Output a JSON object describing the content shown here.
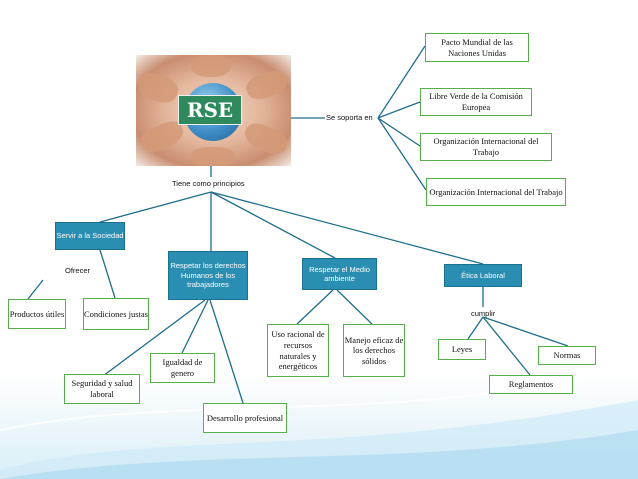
{
  "center": {
    "title": "RSE"
  },
  "labels": {
    "soporta": "Se soporta en",
    "principios": "Tiene como principios",
    "ofrecer": "Ofrecer",
    "cumplir": "cumplir"
  },
  "support": {
    "pacto": "Pacto Mundial de las Naciones Unidas",
    "libro": "Libre Verde de la Comisión Europea",
    "oit1": "Organización Internacional del Trabajo",
    "oit2": "Organización Internacional del Trabajo"
  },
  "principles": {
    "servir": "Servir a la Sociedad",
    "respetar_derechos": "Respetar los derechos Humanos de los trabajadores",
    "respetar_medio": "Respetar el Medio ambiente",
    "etica": "Ética Laboral"
  },
  "servir_children": {
    "productos": "Productos útiles",
    "condiciones": "Condiciones justas"
  },
  "derechos_children": {
    "seguridad": "Seguridad y salud laboral",
    "igualdad": "Igualdad de genero",
    "desarrollo": "Desarrollo profesional"
  },
  "medio_children": {
    "uso": "Uso racional de recursos naturales y energéticos",
    "manejo": "Manejo eficaz de los derechos sólidos"
  },
  "etica_children": {
    "leyes": "Leyes",
    "normas": "Normas",
    "reglamentos": "Reglamentos"
  },
  "colors": {
    "green_border": "#55b04a",
    "blue_fill": "#2a8db2",
    "rse_green": "#2e8a5c",
    "line": "#1f6d8a"
  }
}
